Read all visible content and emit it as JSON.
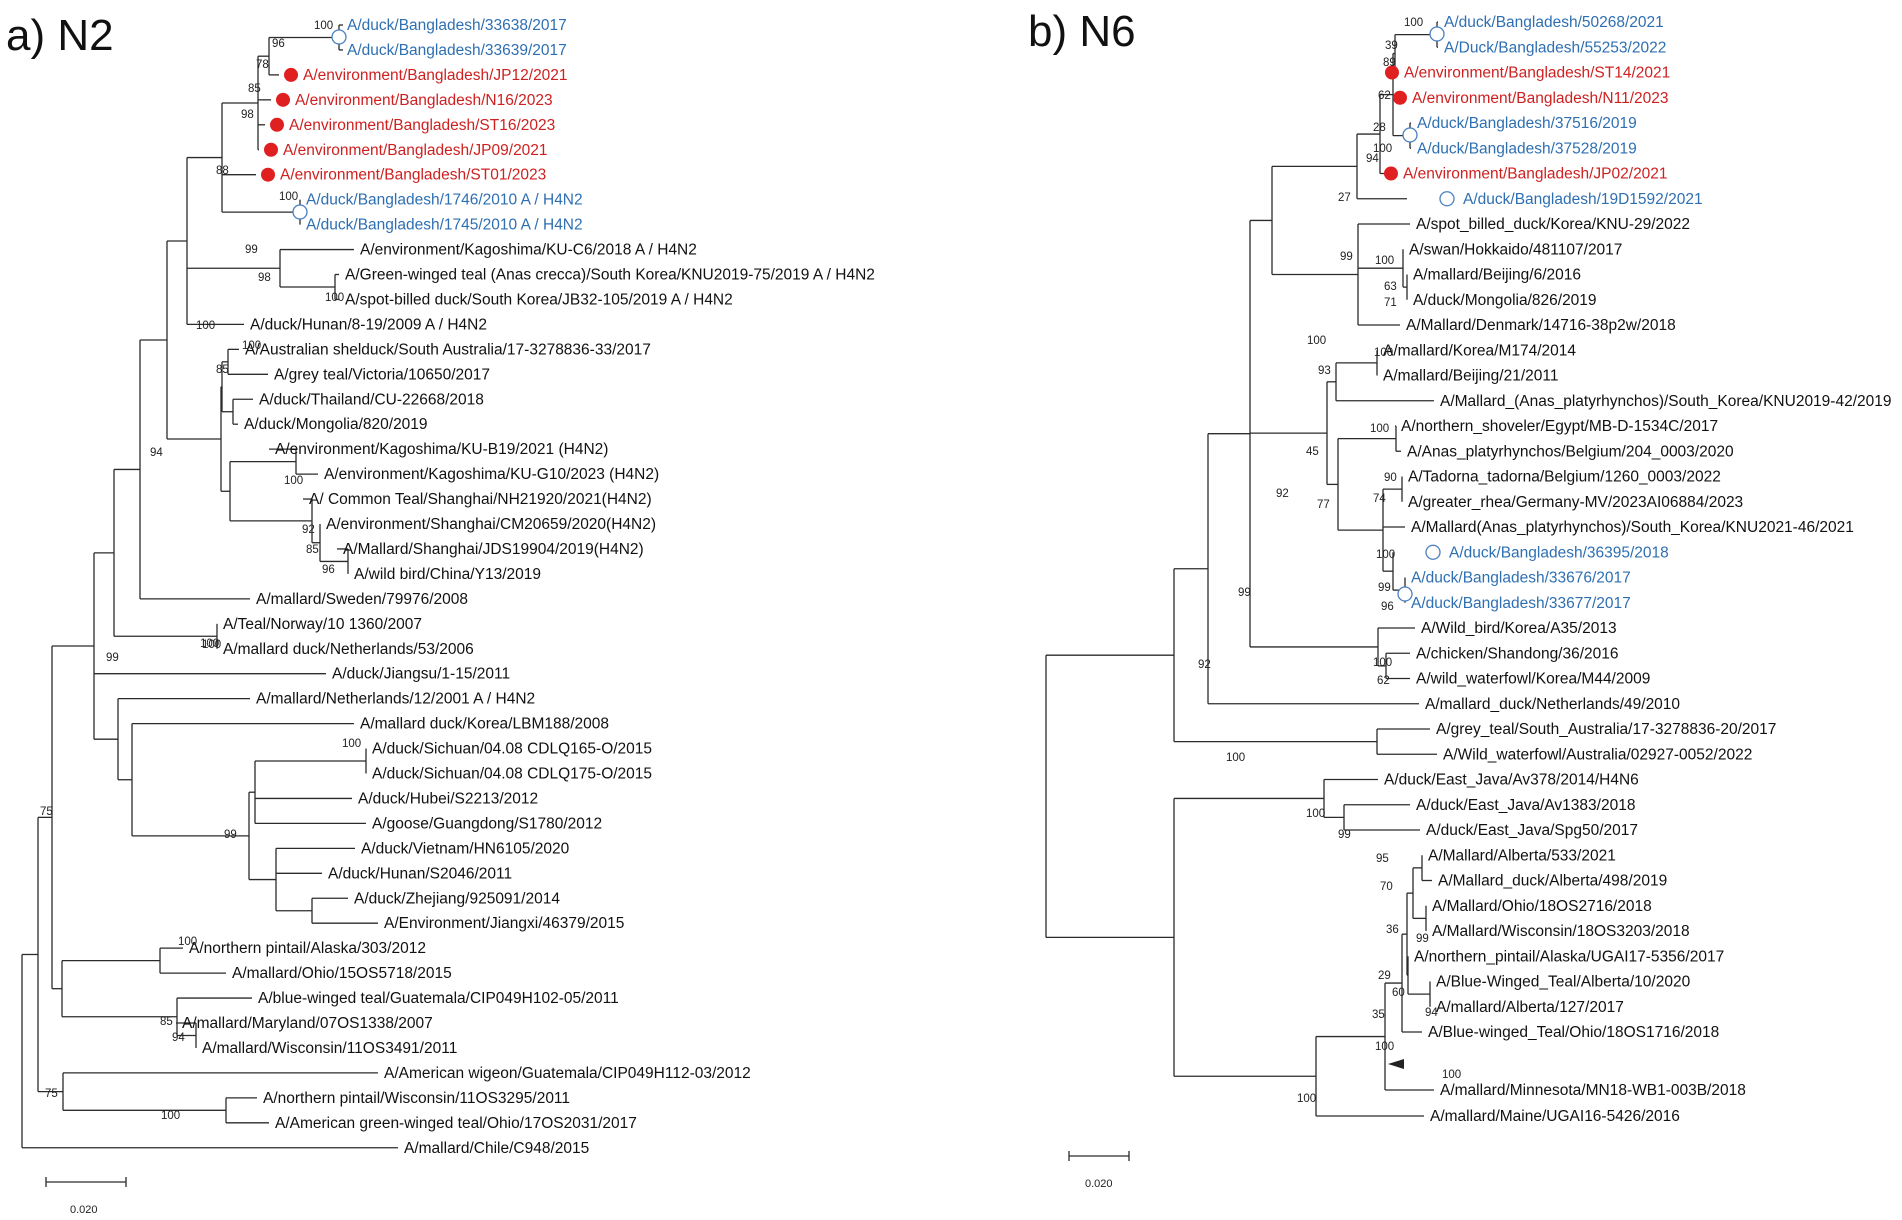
{
  "colors": {
    "branch": "#2b2b2b",
    "default_label": "#111111",
    "duck_bangladesh": "#2e6fb2",
    "environment_bangladesh": "#cf2020",
    "marker_filled": "#e02020",
    "marker_open_stroke": "#4a7fc0"
  },
  "panels": [
    {
      "label": "a) N2",
      "scale_text": "0.020",
      "leaves": [
        {
          "text": "A/duck/Bangladesh/33638/2017",
          "color": "blue"
        },
        {
          "text": "A/duck/Bangladesh/33639/2017",
          "color": "blue"
        },
        {
          "text": "A/environment/Bangladesh/JP12/2021",
          "color": "red",
          "marker": "filled"
        },
        {
          "text": "A/environment/Bangladesh/N16/2023",
          "color": "red",
          "marker": "filled"
        },
        {
          "text": "A/environment/Bangladesh/ST16/2023",
          "color": "red",
          "marker": "filled"
        },
        {
          "text": "A/environment/Bangladesh/JP09/2021",
          "color": "red",
          "marker": "filled"
        },
        {
          "text": "A/environment/Bangladesh/ST01/2023",
          "color": "red",
          "marker": "filled"
        },
        {
          "text": "A/duck/Bangladesh/1746/2010 A / H4N2",
          "color": "blue"
        },
        {
          "text": "A/duck/Bangladesh/1745/2010 A / H4N2",
          "color": "blue"
        },
        {
          "text": "A/environment/Kagoshima/KU-C6/2018 A / H4N2"
        },
        {
          "text": "A/Green-winged teal (Anas crecca)/South Korea/KNU2019-75/2019 A / H4N2"
        },
        {
          "text": "A/spot-billed duck/South Korea/JB32-105/2019 A / H4N2"
        },
        {
          "text": "A/duck/Hunan/8-19/2009 A / H4N2"
        },
        {
          "text": "A/Australian shelduck/South Australia/17-3278836-33/2017"
        },
        {
          "text": "A/grey teal/Victoria/10650/2017"
        },
        {
          "text": "A/duck/Thailand/CU-22668/2018"
        },
        {
          "text": "A/duck/Mongolia/820/2019"
        },
        {
          "text": "A/environment/Kagoshima/KU-B19/2021 (H4N2)"
        },
        {
          "text": "A/environment/Kagoshima/KU-G10/2023 (H4N2)"
        },
        {
          "text": "A/ Common Teal/Shanghai/NH21920/2021(H4N2)"
        },
        {
          "text": "A/environment/Shanghai/CM20659/2020(H4N2)"
        },
        {
          "text": "A/Mallard/Shanghai/JDS19904/2019(H4N2)"
        },
        {
          "text": "A/wild bird/China/Y13/2019"
        },
        {
          "text": "A/mallard/Sweden/79976/2008"
        },
        {
          "text": "A/Teal/Norway/10 1360/2007"
        },
        {
          "text": "A/mallard duck/Netherlands/53/2006"
        },
        {
          "text": "A/duck/Jiangsu/1-15/2011"
        },
        {
          "text": "A/mallard/Netherlands/12/2001 A / H4N2"
        },
        {
          "text": "A/mallard duck/Korea/LBM188/2008"
        },
        {
          "text": "A/duck/Sichuan/04.08 CDLQ165-O/2015"
        },
        {
          "text": "A/duck/Sichuan/04.08 CDLQ175-O/2015"
        },
        {
          "text": "A/duck/Hubei/S2213/2012"
        },
        {
          "text": "A/goose/Guangdong/S1780/2012"
        },
        {
          "text": "A/duck/Vietnam/HN6105/2020"
        },
        {
          "text": "A/duck/Hunan/S2046/2011"
        },
        {
          "text": "A/duck/Zhejiang/925091/2014"
        },
        {
          "text": "A/Environment/Jiangxi/46379/2015"
        },
        {
          "text": "A/northern pintail/Alaska/303/2012"
        },
        {
          "text": "A/mallard/Ohio/15OS5718/2015"
        },
        {
          "text": "A/blue-winged teal/Guatemala/CIP049H102-05/2011"
        },
        {
          "text": "A/mallard/Maryland/07OS1338/2007"
        },
        {
          "text": "A/mallard/Wisconsin/11OS3491/2011"
        },
        {
          "text": "A/American wigeon/Guatemala/CIP049H112-03/2012"
        },
        {
          "text": "A/northern pintail/Wisconsin/11OS3295/2011"
        },
        {
          "text": "A/American green-winged teal/Ohio/17OS2031/2017"
        },
        {
          "text": "A/mallard/Chile/C948/2015"
        }
      ],
      "supports": [
        "100",
        "96",
        "78",
        "85",
        "98",
        "88",
        "100",
        "99",
        "98",
        "100",
        "100",
        "85",
        "100",
        "100",
        "92",
        "85",
        "96",
        "94",
        "100",
        "99",
        "100",
        "100",
        "99",
        "100",
        "85",
        "94",
        "75",
        "75",
        "100"
      ]
    },
    {
      "label": "b) N6",
      "scale_text": "0.020",
      "leaves": [
        {
          "text": "A/duck/Bangladesh/50268/2021",
          "color": "blue"
        },
        {
          "text": "A/Duck/Bangladesh/55253/2022",
          "color": "blue"
        },
        {
          "text": "A/environment/Bangladesh/ST14/2021",
          "color": "red",
          "marker": "filled"
        },
        {
          "text": "A/environment/Bangladesh/N11/2023",
          "color": "red",
          "marker": "filled"
        },
        {
          "text": "A/duck/Bangladesh/37516/2019",
          "color": "blue"
        },
        {
          "text": "A/duck/Bangladesh/37528/2019",
          "color": "blue"
        },
        {
          "text": "A/environment/Bangladesh/JP02/2021",
          "color": "red",
          "marker": "filled"
        },
        {
          "text": "A/duck/Bangladesh/19D1592/2021",
          "color": "blue",
          "marker": "open"
        },
        {
          "text": "A/spot_billed_duck/Korea/KNU-29/2022"
        },
        {
          "text": "A/swan/Hokkaido/481107/2017"
        },
        {
          "text": "A/mallard/Beijing/6/2016"
        },
        {
          "text": "A/duck/Mongolia/826/2019"
        },
        {
          "text": "A/Mallard/Denmark/14716-38p2w/2018"
        },
        {
          "text": "A/mallard/Korea/M174/2014"
        },
        {
          "text": "A/mallard/Beijing/21/2011"
        },
        {
          "text": "A/Mallard_(Anas_platyrhynchos)/South_Korea/KNU2019-42/2019"
        },
        {
          "text": "A/northern_shoveler/Egypt/MB-D-1534C/2017"
        },
        {
          "text": "A/Anas_platyrhynchos/Belgium/204_0003/2020"
        },
        {
          "text": "A/Tadorna_tadorna/Belgium/1260_0003/2022"
        },
        {
          "text": "A/greater_rhea/Germany-MV/2023AI06884/2023"
        },
        {
          "text": "A/Mallard(Anas_platyrhynchos)/South_Korea/KNU2021-46/2021"
        },
        {
          "text": "A/duck/Bangladesh/36395/2018",
          "color": "blue",
          "marker": "open"
        },
        {
          "text": "A/duck/Bangladesh/33676/2017",
          "color": "blue"
        },
        {
          "text": "A/duck/Bangladesh/33677/2017",
          "color": "blue"
        },
        {
          "text": "A/Wild_bird/Korea/A35/2013"
        },
        {
          "text": "A/chicken/Shandong/36/2016"
        },
        {
          "text": "A/wild_waterfowl/Korea/M44/2009"
        },
        {
          "text": "A/mallard_duck/Netherlands/49/2010"
        },
        {
          "text": "A/grey_teal/South_Australia/17-3278836-20/2017"
        },
        {
          "text": "A/Wild_waterfowl/Australia/02927-0052/2022"
        },
        {
          "text": "A/duck/East_Java/Av378/2014/H4N6"
        },
        {
          "text": "A/duck/East_Java/Av1383/2018"
        },
        {
          "text": "A/duck/East_Java/Spg50/2017"
        },
        {
          "text": "A/Mallard/Alberta/533/2021"
        },
        {
          "text": "A/Mallard_duck/Alberta/498/2019"
        },
        {
          "text": "A/Mallard/Ohio/18OS2716/2018"
        },
        {
          "text": "A/Mallard/Wisconsin/18OS3203/2018"
        },
        {
          "text": "A/northern_pintail/Alaska/UGAI17-5356/2017"
        },
        {
          "text": "A/Blue-Winged_Teal/Alberta/10/2020"
        },
        {
          "text": "A/mallard/Alberta/127/2017"
        },
        {
          "text": "A/Blue-winged_Teal/Ohio/18OS1716/2018"
        },
        {
          "text": "A/mallard/Minnesota/MN18-WB1-003B/2018"
        },
        {
          "text": "A/mallard/Maine/UGAI16-5426/2016"
        }
      ],
      "supports": [
        "100",
        "39",
        "89",
        "62",
        "28",
        "100",
        "94",
        "27",
        "99",
        "100",
        "63",
        "71",
        "100",
        "100",
        "93",
        "100",
        "45",
        "90",
        "74",
        "77",
        "100",
        "99",
        "96",
        "99",
        "100",
        "62",
        "92",
        "92",
        "100",
        "100",
        "99",
        "95",
        "70",
        "36",
        "99",
        "29",
        "60",
        "94",
        "35",
        "100",
        "100",
        "100"
      ]
    }
  ]
}
